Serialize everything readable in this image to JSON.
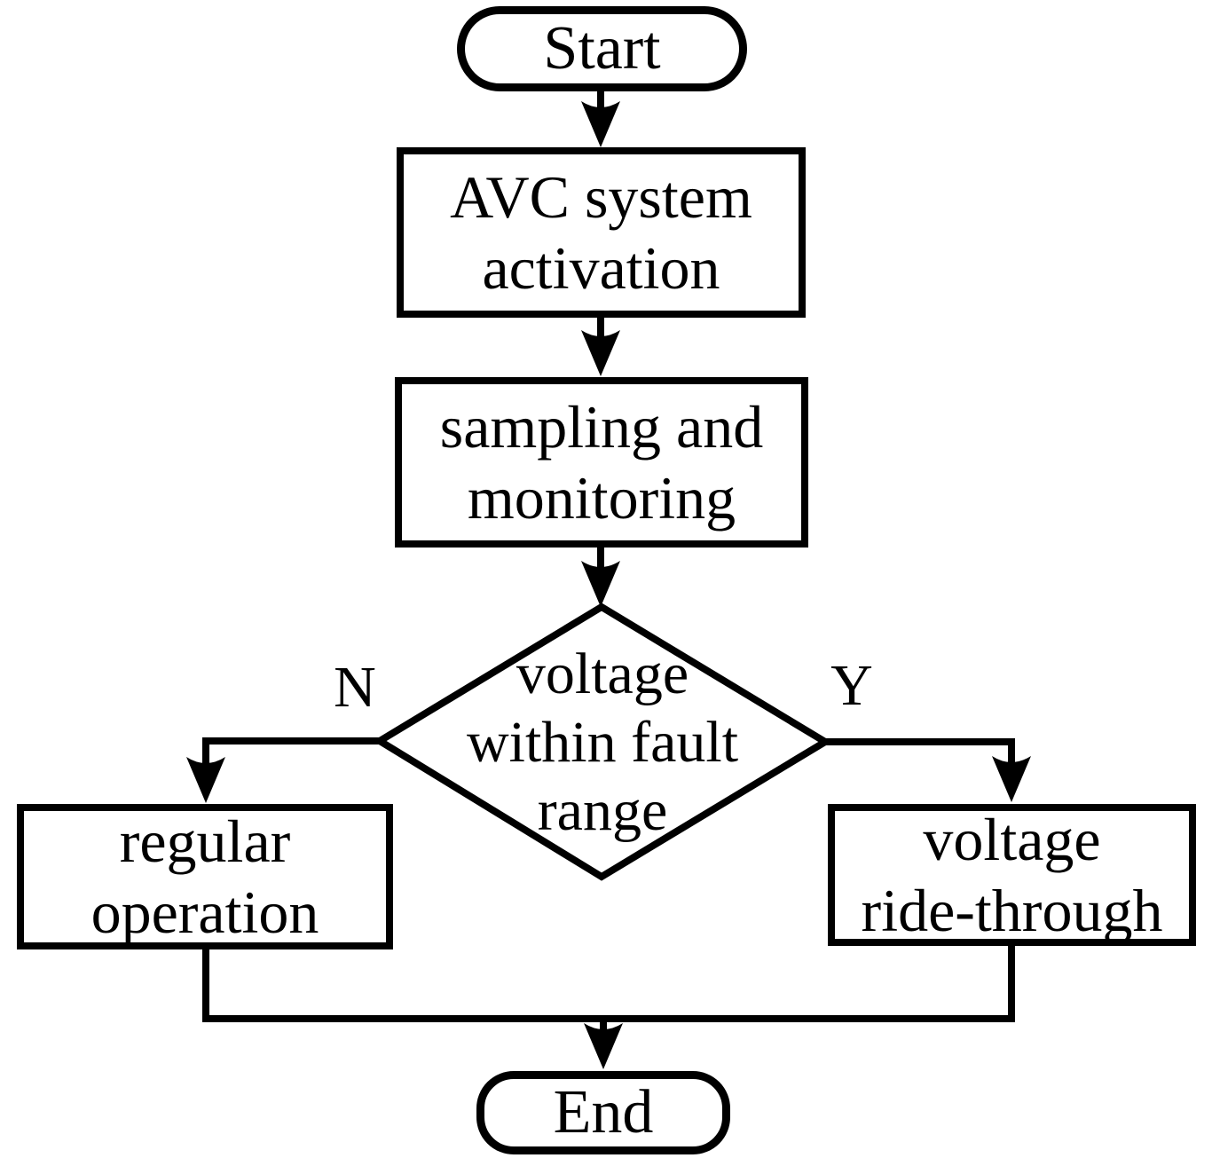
{
  "diagram": {
    "type": "flowchart",
    "background": "#ffffff",
    "stroke_color": "#000000",
    "nodes": {
      "start": {
        "shape": "terminator",
        "label": "Start"
      },
      "activation": {
        "shape": "process",
        "label": "AVC system activation",
        "lines": [
          "AVC system",
          "activation"
        ]
      },
      "sampling": {
        "shape": "process",
        "label": "sampling and monitoring",
        "lines": [
          "sampling and",
          "monitoring"
        ]
      },
      "decision": {
        "shape": "decision",
        "label": "voltage within fault range",
        "lines": [
          "voltage",
          "within fault",
          "range"
        ]
      },
      "regular_operation": {
        "shape": "process",
        "label": "regular operation",
        "lines": [
          "regular",
          "operation"
        ]
      },
      "voltage_ride_through": {
        "shape": "process",
        "label": "voltage ride-through",
        "lines": [
          "voltage",
          "ride-through"
        ]
      },
      "end": {
        "shape": "terminator",
        "label": "End"
      }
    },
    "branch_labels": {
      "no": "N",
      "yes": "Y"
    },
    "edges": [
      {
        "from": "start",
        "to": "activation"
      },
      {
        "from": "activation",
        "to": "sampling"
      },
      {
        "from": "sampling",
        "to": "decision"
      },
      {
        "from": "decision",
        "to": "regular_operation",
        "label": "N"
      },
      {
        "from": "decision",
        "to": "voltage_ride_through",
        "label": "Y"
      },
      {
        "from": "regular_operation",
        "to": "end"
      },
      {
        "from": "voltage_ride_through",
        "to": "end"
      }
    ]
  }
}
